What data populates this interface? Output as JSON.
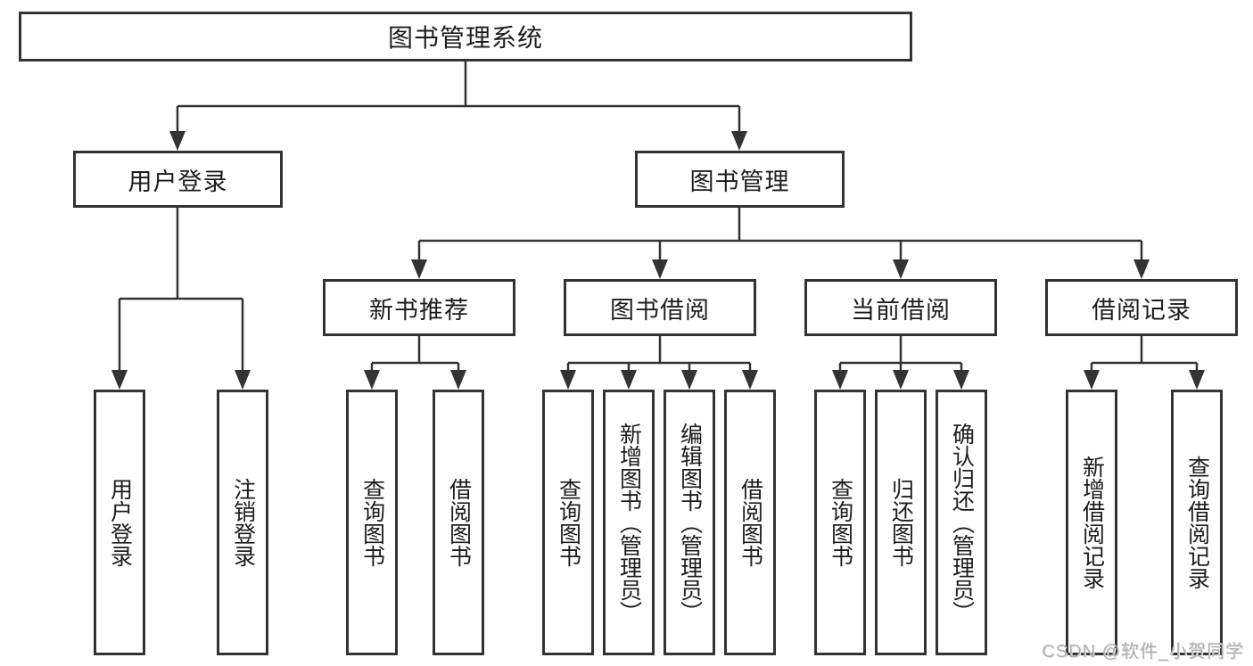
{
  "diagram": {
    "root": "图书管理系统",
    "user_login": "用户登录",
    "book_mgmt": "图书管理",
    "level3": [
      "新书推荐",
      "图书借阅",
      "当前借阅",
      "借阅记录"
    ],
    "user_login_children": [
      "用户登录",
      "注销登录"
    ],
    "new_book_children": [
      "查询图书",
      "借阅图书"
    ],
    "borrow_children": [
      "查询图书",
      "新增图书（管理员）",
      "编辑图书（管理员）",
      "借阅图书"
    ],
    "current_children": [
      "查询图书",
      "归还图书",
      "确认归还（管理员）"
    ],
    "record_children": [
      "新增借阅记录",
      "查询借阅记录"
    ]
  },
  "watermark": "CSDN @软件_小贺同学",
  "colors": {
    "line": "#333333",
    "text": "#1d1d1f",
    "watermark": "#b0b0b0",
    "background": "#ffffff"
  }
}
